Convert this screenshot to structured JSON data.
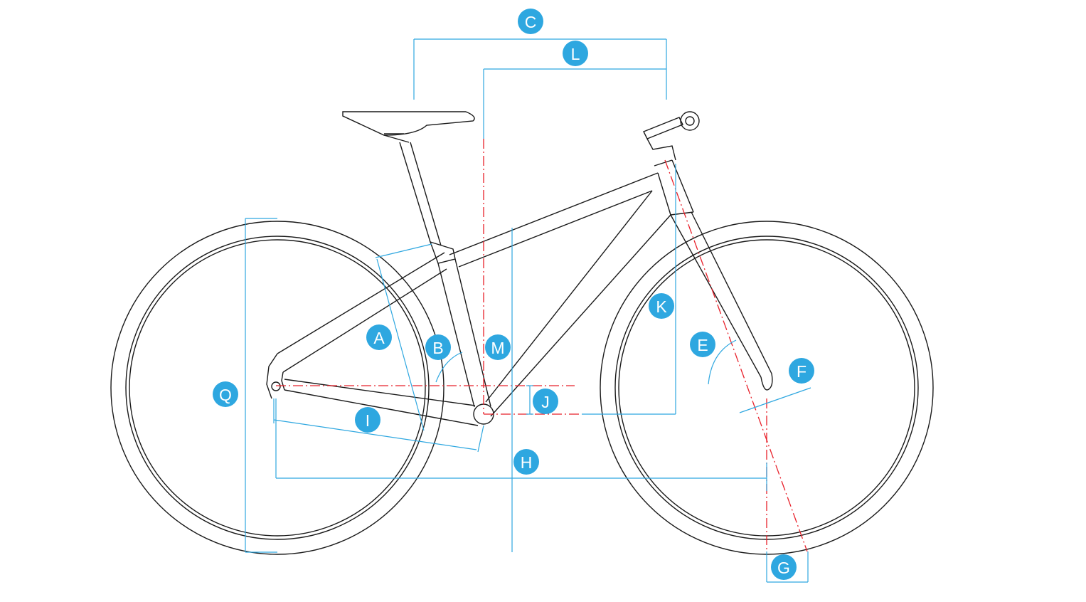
{
  "colors": {
    "dimension": "#2ea7e0",
    "badge": "#2ea7e0",
    "reference": "#e8202a",
    "frame": "#1a1a1a",
    "badge_text": "#ffffff",
    "background": "#ffffff"
  },
  "labels": {
    "A": "A",
    "B": "B",
    "C": "C",
    "E": "E",
    "F": "F",
    "G": "G",
    "H": "H",
    "I": "I",
    "J": "J",
    "K": "K",
    "L": "L",
    "M": "M",
    "Q": "Q"
  }
}
